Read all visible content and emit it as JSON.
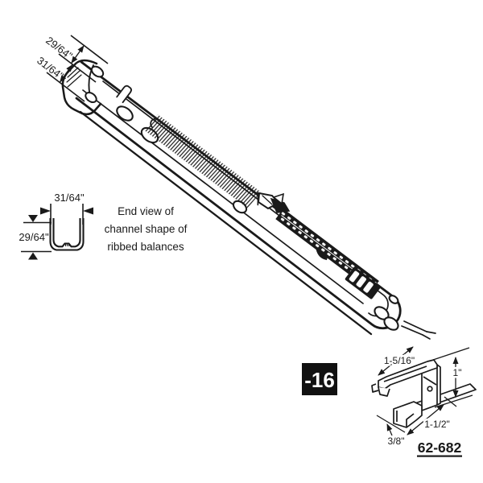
{
  "colors": {
    "line": "#1a1a1a",
    "bg": "#ffffff",
    "badge_bg": "#111111",
    "badge_text": "#ffffff"
  },
  "channel_dims": {
    "depth": "29/64\"",
    "width": "31/64\""
  },
  "end_view": {
    "width_label": "31/64\"",
    "height_label": "29/64\"",
    "caption": [
      "End view of",
      "channel shape of",
      "ribbed balances"
    ]
  },
  "detail": {
    "badge": "-16",
    "part_number": "62-682",
    "dim_top": "1-5/16\"",
    "dim_right": "1\"",
    "dim_bottom": "1-1/2\"",
    "dim_left": "3/8\""
  }
}
